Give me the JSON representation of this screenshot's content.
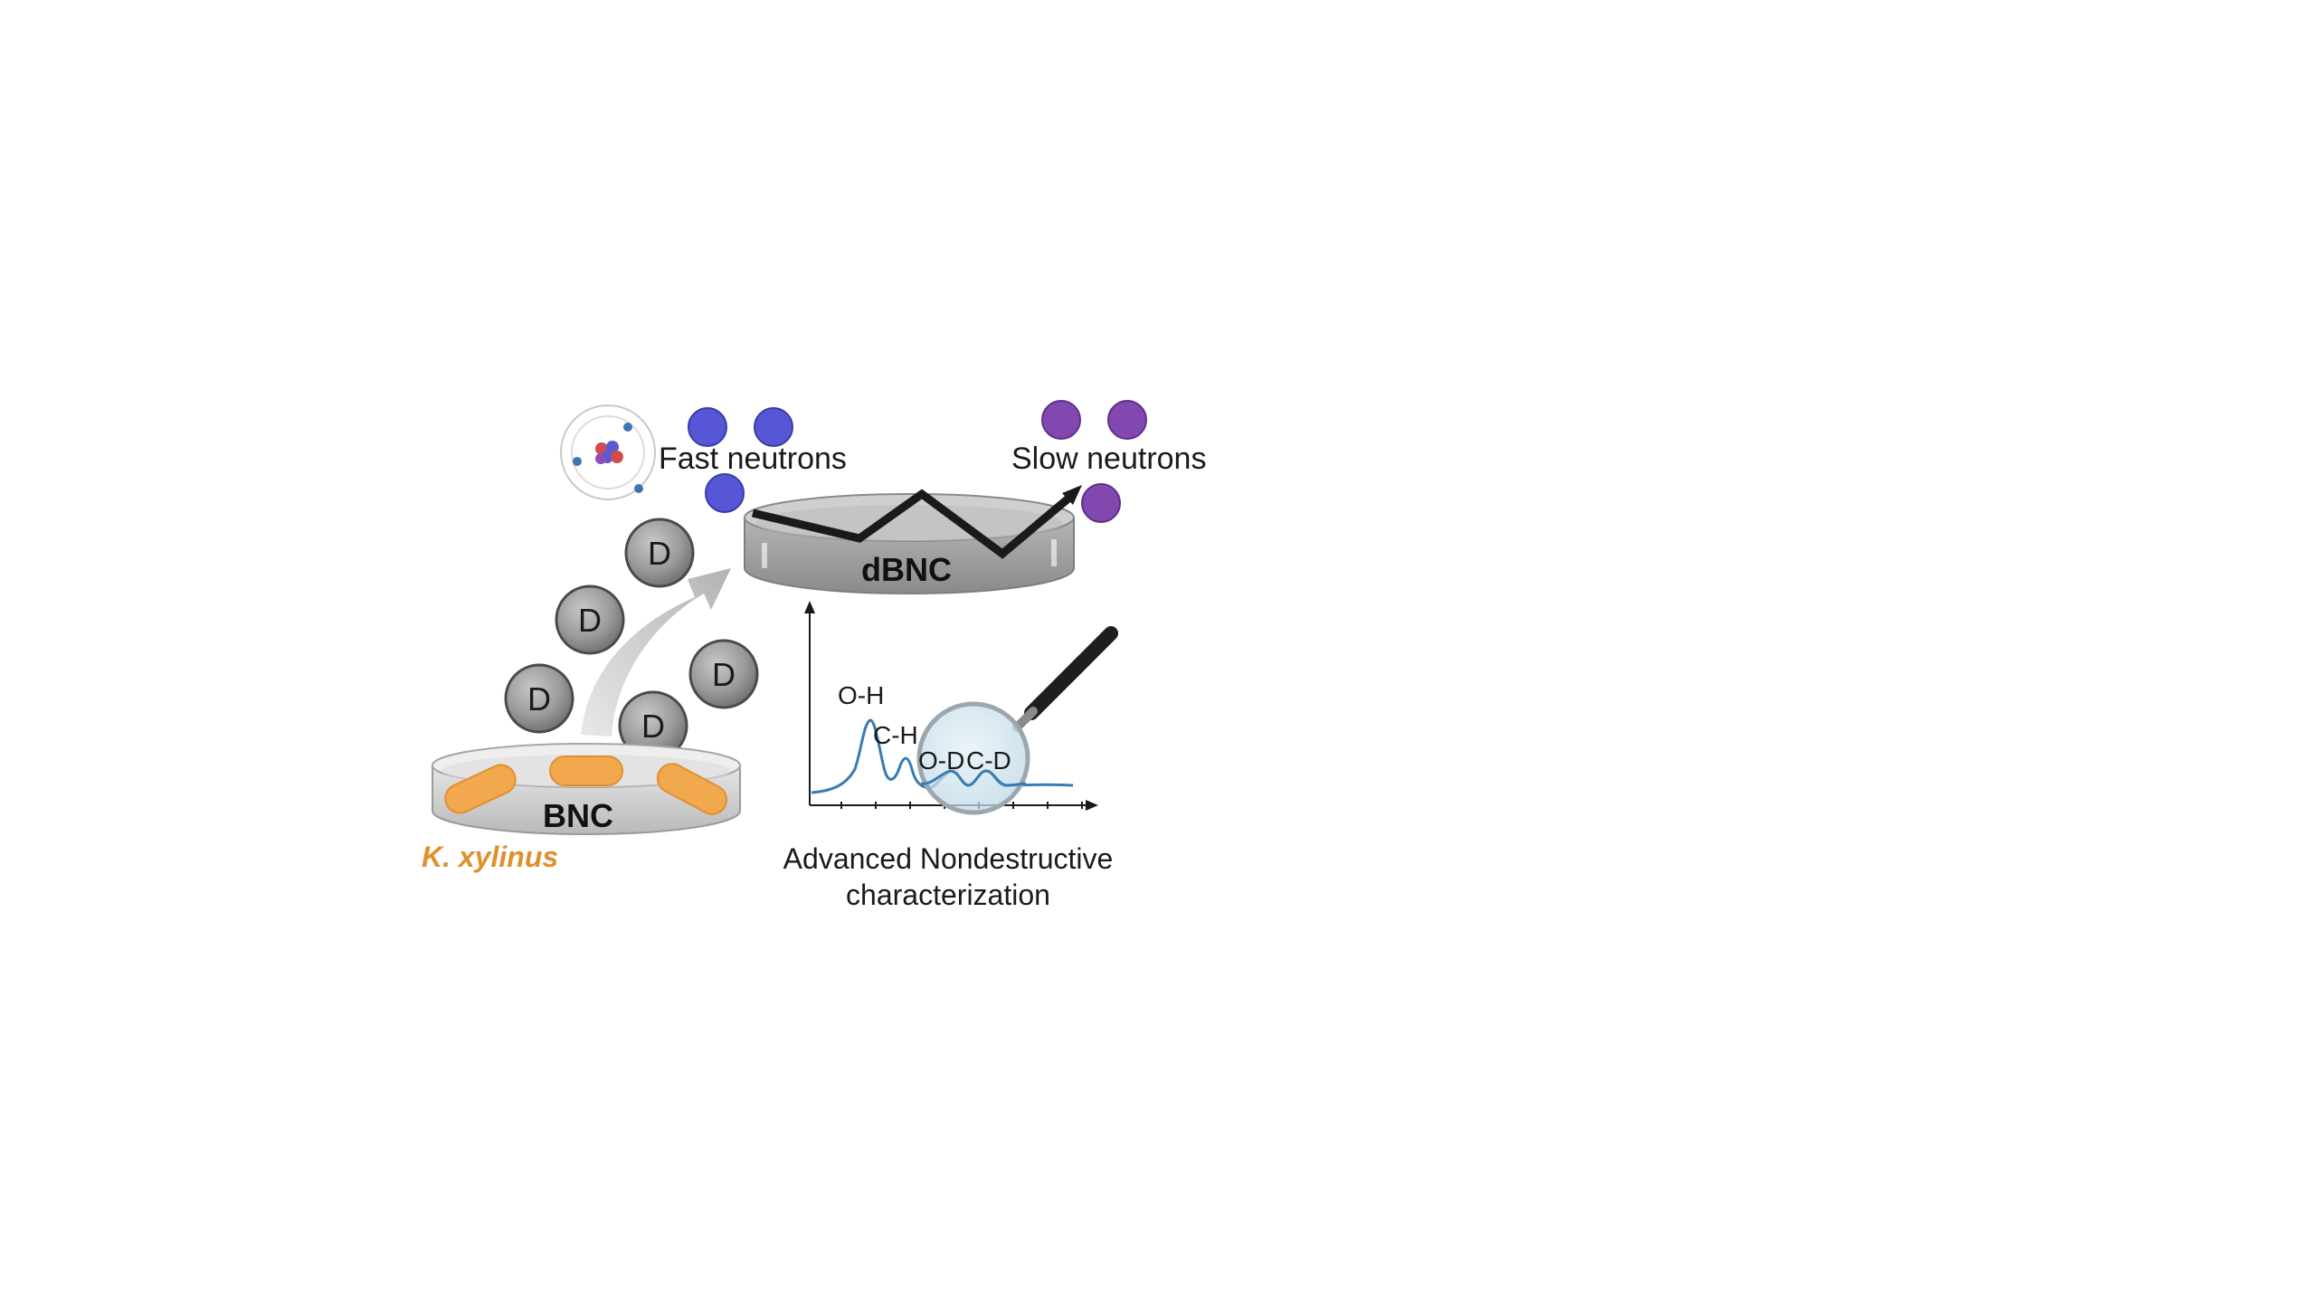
{
  "labels": {
    "fast_neutrons": "Fast neutrons",
    "slow_neutrons": "Slow neutrons",
    "dbnc": "dBNC",
    "bnc": "BNC",
    "organism": "K. xylinus",
    "caption_line1": "Advanced Nondestructive",
    "caption_line2": "characterization"
  },
  "deuterium_symbol": "D",
  "spectrum_peaks": {
    "oh": "O-H",
    "ch": "C-H",
    "od": "O-D",
    "cd": "C-D"
  },
  "icons": [
    "atom-icon",
    "magnifier-icon",
    "petri-dish-icon",
    "bacterium-icon",
    "arrow-icon"
  ],
  "colors": {
    "fast_neutron": "#5656d6",
    "slow_neutron": "#8348b0",
    "deuterium": "#8c8c8c",
    "bacterium": "#f2a94e",
    "organism_label": "#e0902e",
    "spectrum_line": "#3a7bb0",
    "magnifier_lens": "#cfe3ee"
  }
}
